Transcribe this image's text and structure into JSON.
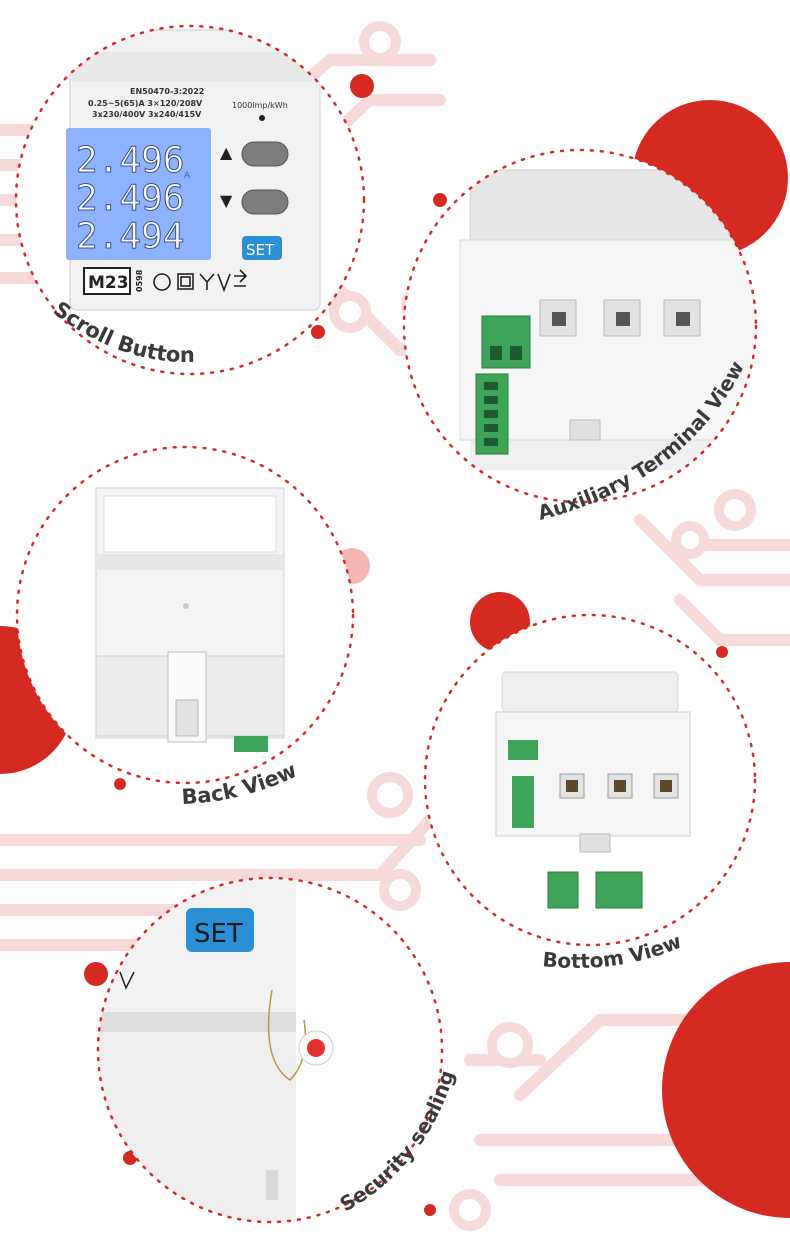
{
  "colors": {
    "accent_red": "#d42a22",
    "trace_pink": "#f6dada",
    "label_text": "#3a3a3a",
    "device_white": "#f3f3f3",
    "lcd_blue": "#8fb2ff",
    "terminal_green": "#3ea45a",
    "set_button_blue": "#2b8fd6"
  },
  "panels": {
    "scroll": {
      "label": "Scroll Button",
      "standard": "EN50470-3:2022",
      "rating_line1": "0.25~5(65)A 3×120/208V",
      "rating_line2": "3x230/400V 3x240/415V",
      "pulse_rate": "1000imp/kWh",
      "lcd_rows": [
        "2.496",
        "2.496",
        "2.494"
      ],
      "lcd_unit": "A",
      "up_symbol": "▲",
      "down_symbol": "▼",
      "set_label": "SET",
      "approval_mark": "M23",
      "approval_code": "0598"
    },
    "auxiliary": {
      "label": "Auxiliary Terminal View"
    },
    "back": {
      "label": "Back View"
    },
    "bottom": {
      "label": "Bottom View"
    },
    "security": {
      "label": "Security sealing",
      "set_label": "SET"
    }
  }
}
